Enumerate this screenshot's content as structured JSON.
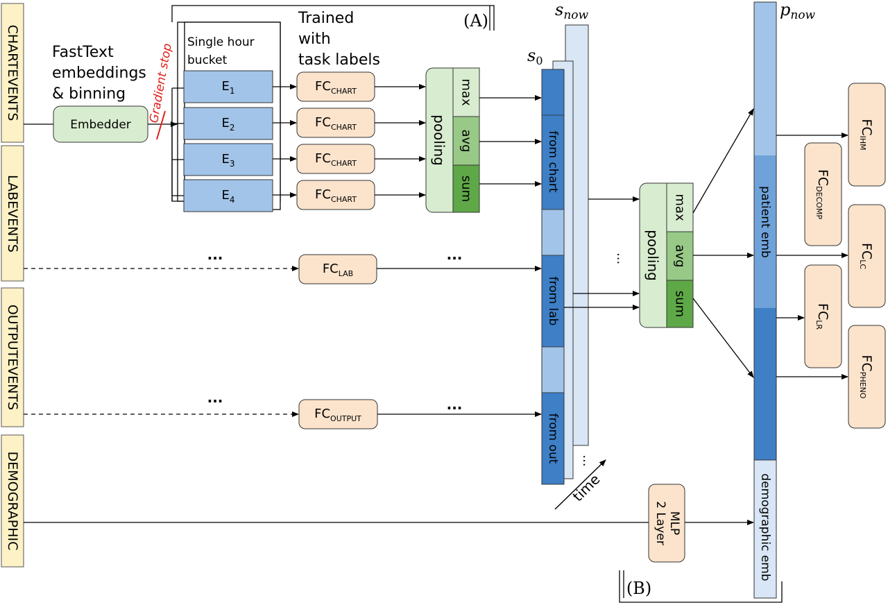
{
  "inputs": {
    "chartevents": "CHARTEVENTS",
    "labevents": "LABEVENTS",
    "outputevents": "OUTPUTEVENTS",
    "demographic": "DEMOGRAPHIC"
  },
  "embedder": {
    "caption_line1": "FastText",
    "caption_line2": "embeddings",
    "caption_line3": "& binning",
    "label": "Embedder",
    "gradient_stop": "Gradient stop"
  },
  "bucket": {
    "title_line1": "Single hour",
    "title_line2": "bucket",
    "e_base": "E",
    "e_subs": [
      "1",
      "2",
      "3",
      "4"
    ]
  },
  "trained": {
    "line1": "Trained",
    "line2": "with",
    "line3": "task labels"
  },
  "fc": {
    "base": "FC",
    "chart_sub": "CHART",
    "lab_sub": "LAB",
    "output_sub": "OUTPUT"
  },
  "pooling": {
    "label": "pooling",
    "ops": [
      "max",
      "avg",
      "sum"
    ]
  },
  "state": {
    "s0_base": "s",
    "s0_sub": "0",
    "snow_base": "s",
    "snow_sub": "now",
    "segments": [
      "from chart",
      "from lab",
      "from out"
    ],
    "time": "time"
  },
  "mlp": {
    "line1": "2 Layer",
    "line2": "MLP"
  },
  "patient": {
    "pnow_base": "p",
    "pnow_sub": "now",
    "patient_emb": "patient emb",
    "demographic_emb": "demographic emb"
  },
  "heads": {
    "base": "FC",
    "subs": [
      "IHM",
      "DECOMP",
      "LC",
      "LR",
      "PHENO"
    ]
  },
  "brackets": {
    "a": "(A)",
    "b": "(B)"
  },
  "ellipsis": "..."
}
